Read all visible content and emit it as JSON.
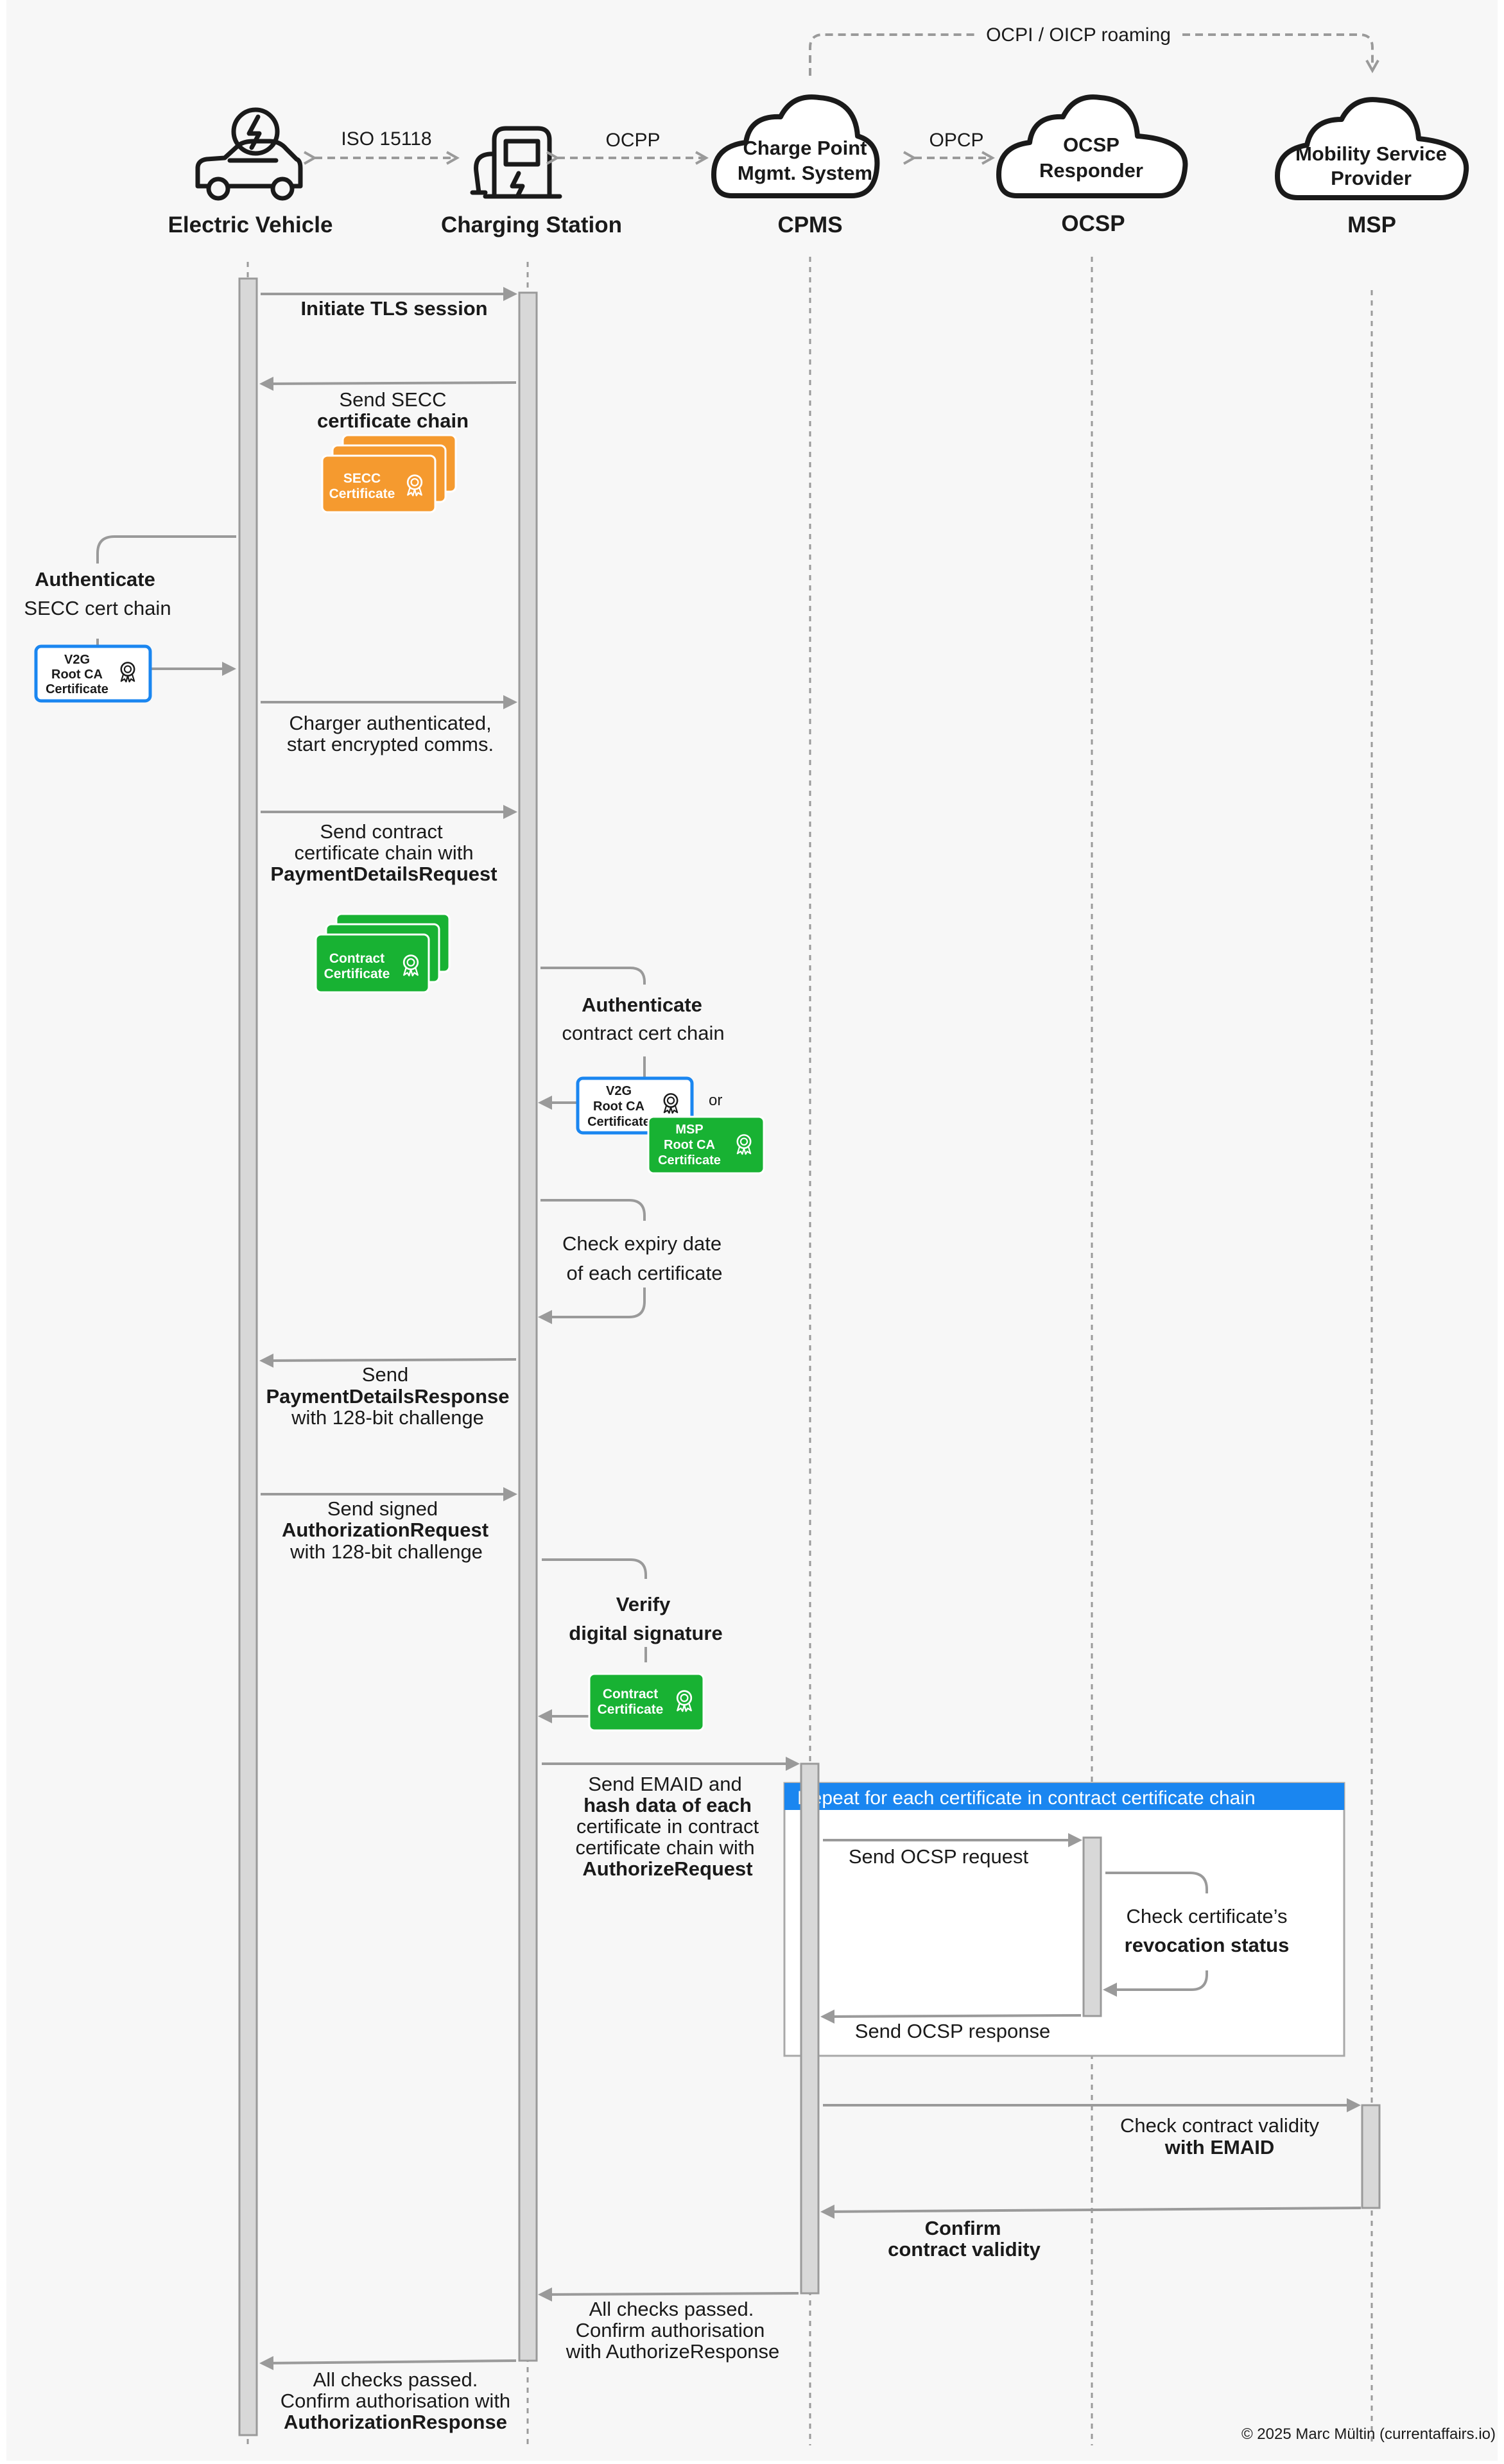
{
  "actors": {
    "ev": "Electric Vehicle",
    "cs": "Charging Station",
    "cpms": "CPMS",
    "ocsp": "OCSP",
    "msp": "MSP"
  },
  "clouds": {
    "cpms": [
      "Charge Point",
      "Mgmt. System"
    ],
    "ocsp": [
      "OCSP",
      "Responder"
    ],
    "msp": [
      "Mobility Service",
      "Provider"
    ]
  },
  "protocols": {
    "iso": "ISO 15118",
    "ocpp": "OCPP",
    "opcp": "OPCP",
    "roaming": "OCPI / OICP roaming"
  },
  "notes": {
    "auth_secc_title": "Authenticate",
    "auth_secc_sub": "SECC cert chain",
    "auth_contract_title": "Authenticate",
    "auth_contract_sub": "contract cert chain",
    "or": "or",
    "verify_1": "Verify",
    "verify_2": "digital signature",
    "repeat": "Repeat for each certificate in contract certificate chain"
  },
  "certificates": {
    "secc": [
      "SECC",
      "Certificate"
    ],
    "contract": [
      "Contract",
      "Certificate"
    ],
    "v2g": [
      "V2G",
      "Root CA",
      "Certificate"
    ],
    "msp_root": [
      "MSP",
      "Root CA",
      "Certificate"
    ]
  },
  "messages": {
    "m1": "Initiate TLS session",
    "m2_a": "Send SECC",
    "m2_b": "certificate chain",
    "m3_a": "Charger authenticated,",
    "m3_b": "start encrypted comms.",
    "m4_a": "Send contract",
    "m4_b": "certificate chain with",
    "m4_c": "PaymentDetailsRequest",
    "m5_a": "Check expiry date",
    "m5_b": "of each certificate",
    "m6_a": "Send",
    "m6_b": "PaymentDetailsResponse",
    "m6_c": "with 128-bit challenge",
    "m7_a": "Send signed",
    "m7_b": "AuthorizationRequest",
    "m7_c": "with 128-bit challenge",
    "m8_a": "Send EMAID and",
    "m8_b": "hash data of each",
    "m8_c": "certificate in contract",
    "m8_d": "certificate chain with",
    "m8_e": "AuthorizeRequest",
    "m9": "Send OCSP request",
    "m10_a": "Check certificate’s",
    "m10_b": "revocation status",
    "m11": "Send OCSP response",
    "m12_a": "Check contract validity",
    "m12_b": "with EMAID",
    "m13_a": "Confirm",
    "m13_b": "contract validity",
    "m14_a": "All checks passed.",
    "m14_b": "Confirm authorisation",
    "m14_c": "with AuthorizeResponse",
    "m15_a": "All checks passed.",
    "m15_b": "Confirm authorisation with",
    "m15_c": "AuthorizationResponse"
  },
  "footer": "© 2025 Marc Mültin (currentaffairs.io)",
  "colors": {
    "background": "#f7f7f7",
    "orange": "#f59a2f",
    "green": "#18b233",
    "blue": "#1a86f0",
    "lifeline": "#d8d8d8",
    "arrow": "#9a9a9a"
  }
}
